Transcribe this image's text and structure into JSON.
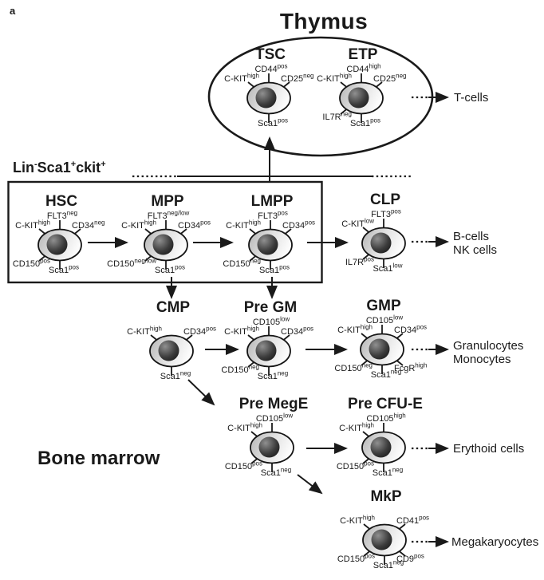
{
  "panel_label": "a",
  "regions": {
    "thymus_title": "Thymus",
    "bone_marrow_title": "Bone marrow",
    "lsk_label": {
      "segments": [
        {
          "text": "Lin",
          "sup": "-"
        },
        {
          "text": "Sca1",
          "sup": "+"
        },
        {
          "text": "ckit",
          "sup": "+"
        }
      ]
    }
  },
  "cells": [
    {
      "id": "tsc",
      "name": "TSC",
      "markers": {
        "top": {
          "base": "CD44",
          "sup": "pos"
        },
        "upper_left": {
          "base": "C-KIT",
          "sup": "high"
        },
        "upper_right": {
          "base": "CD25",
          "sup": "neg"
        },
        "bottom": {
          "base": "Sca1",
          "sup": "pos"
        }
      }
    },
    {
      "id": "etp",
      "name": "ETP",
      "markers": {
        "top": {
          "base": "CD44",
          "sup": "high"
        },
        "upper_left": {
          "base": "C-KIT",
          "sup": "high"
        },
        "upper_right": {
          "base": "CD25",
          "sup": "neg"
        },
        "lower_left": {
          "base": "IL7R",
          "sup": "neg"
        },
        "bottom": {
          "base": "Sca1",
          "sup": "pos"
        }
      }
    },
    {
      "id": "hsc",
      "name": "HSC",
      "markers": {
        "top": {
          "base": "FLT3",
          "sup": "neg"
        },
        "upper_left": {
          "base": "C-KIT",
          "sup": "high"
        },
        "upper_right": {
          "base": "CD34",
          "sup": "neg"
        },
        "lower_left": {
          "base": "CD150",
          "sup": "pos"
        },
        "bottom": {
          "base": "Sca1",
          "sup": "pos"
        }
      }
    },
    {
      "id": "mpp",
      "name": "MPP",
      "markers": {
        "top": {
          "base": "FLT3",
          "sup": "neg/low"
        },
        "upper_left": {
          "base": "C-KIT",
          "sup": "high"
        },
        "upper_right": {
          "base": "CD34",
          "sup": "pos"
        },
        "lower_left": {
          "base": "CD150",
          "sup": "neg/low"
        },
        "bottom": {
          "base": "Sca1",
          "sup": "pos"
        }
      }
    },
    {
      "id": "lmpp",
      "name": "LMPP",
      "markers": {
        "top": {
          "base": "FLT3",
          "sup": "pos"
        },
        "upper_left": {
          "base": "C-KIT",
          "sup": "high"
        },
        "upper_right": {
          "base": "CD34",
          "sup": "pos"
        },
        "lower_left": {
          "base": "CD150",
          "sup": "neg"
        },
        "bottom": {
          "base": "Sca1",
          "sup": "pos"
        }
      }
    },
    {
      "id": "clp",
      "name": "CLP",
      "markers": {
        "top": {
          "base": "FLT3",
          "sup": "pos"
        },
        "upper_left": {
          "base": "C-KIT",
          "sup": "low"
        },
        "lower_left": {
          "base": "IL7R",
          "sup": "pos"
        },
        "bottom": {
          "base": "Sca1",
          "sup": "low"
        }
      }
    },
    {
      "id": "cmp",
      "name": "CMP",
      "markers": {
        "upper_left": {
          "base": "C-KIT",
          "sup": "high"
        },
        "upper_right": {
          "base": "CD34",
          "sup": "pos"
        },
        "bottom": {
          "base": "Sca1",
          "sup": "neg"
        }
      }
    },
    {
      "id": "pre_gm",
      "name": "Pre GM",
      "markers": {
        "top": {
          "base": "CD105",
          "sup": "low"
        },
        "upper_left": {
          "base": "C-KIT",
          "sup": "high"
        },
        "upper_right": {
          "base": "CD34",
          "sup": "pos"
        },
        "lower_left": {
          "base": "CD150",
          "sup": "neg"
        },
        "bottom": {
          "base": "Sca1",
          "sup": "neg"
        }
      }
    },
    {
      "id": "gmp",
      "name": "GMP",
      "markers": {
        "top": {
          "base": "CD105",
          "sup": "low"
        },
        "upper_left": {
          "base": "C-KIT",
          "sup": "high"
        },
        "upper_right": {
          "base": "CD34",
          "sup": "pos"
        },
        "lower_left": {
          "base": "CD150",
          "sup": "neg"
        },
        "bottom": {
          "base": "Sca1",
          "sup": "neg"
        },
        "lower_right": {
          "base": "FcgR",
          "sup": "high"
        }
      }
    },
    {
      "id": "pre_mege",
      "name": "Pre MegE",
      "markers": {
        "top": {
          "base": "CD105",
          "sup": "low"
        },
        "upper_left": {
          "base": "C-KIT",
          "sup": "high"
        },
        "lower_left": {
          "base": "CD150",
          "sup": "pos"
        },
        "bottom": {
          "base": "Sca1",
          "sup": "neg"
        }
      }
    },
    {
      "id": "pre_cfue",
      "name": "Pre CFU-E",
      "markers": {
        "top": {
          "base": "CD105",
          "sup": "high"
        },
        "upper_left": {
          "base": "C-KIT",
          "sup": "high"
        },
        "lower_left": {
          "base": "CD150",
          "sup": "pos"
        },
        "bottom": {
          "base": "Sca1",
          "sup": "neg"
        }
      }
    },
    {
      "id": "mkp",
      "name": "MkP",
      "markers": {
        "upper_left": {
          "base": "C-KIT",
          "sup": "high"
        },
        "upper_right": {
          "base": "CD41",
          "sup": "pos"
        },
        "lower_left": {
          "base": "CD150",
          "sup": "pos"
        },
        "bottom": {
          "base": "Sca1",
          "sup": "neg"
        },
        "lower_right": {
          "base": "CD9",
          "sup": "pos"
        }
      }
    }
  ],
  "outputs": [
    {
      "id": "t_cells",
      "lines": [
        "T-cells"
      ]
    },
    {
      "id": "b_nk",
      "lines": [
        "B-cells",
        "NK cells"
      ]
    },
    {
      "id": "gran_mono",
      "lines": [
        "Granulocytes",
        "Monocytes"
      ]
    },
    {
      "id": "erythroid",
      "lines": [
        "Erythoid cells"
      ]
    },
    {
      "id": "megakaryocytes",
      "lines": [
        "Megakaryocytes"
      ]
    }
  ],
  "colors": {
    "ink": "#1a1a1a",
    "background": "#ffffff",
    "cell_body_dark": "#b9b9b9",
    "cell_body_light": "#fbfbfb",
    "nucleus_light": "#8f8f8f",
    "nucleus_dark": "#101010"
  }
}
